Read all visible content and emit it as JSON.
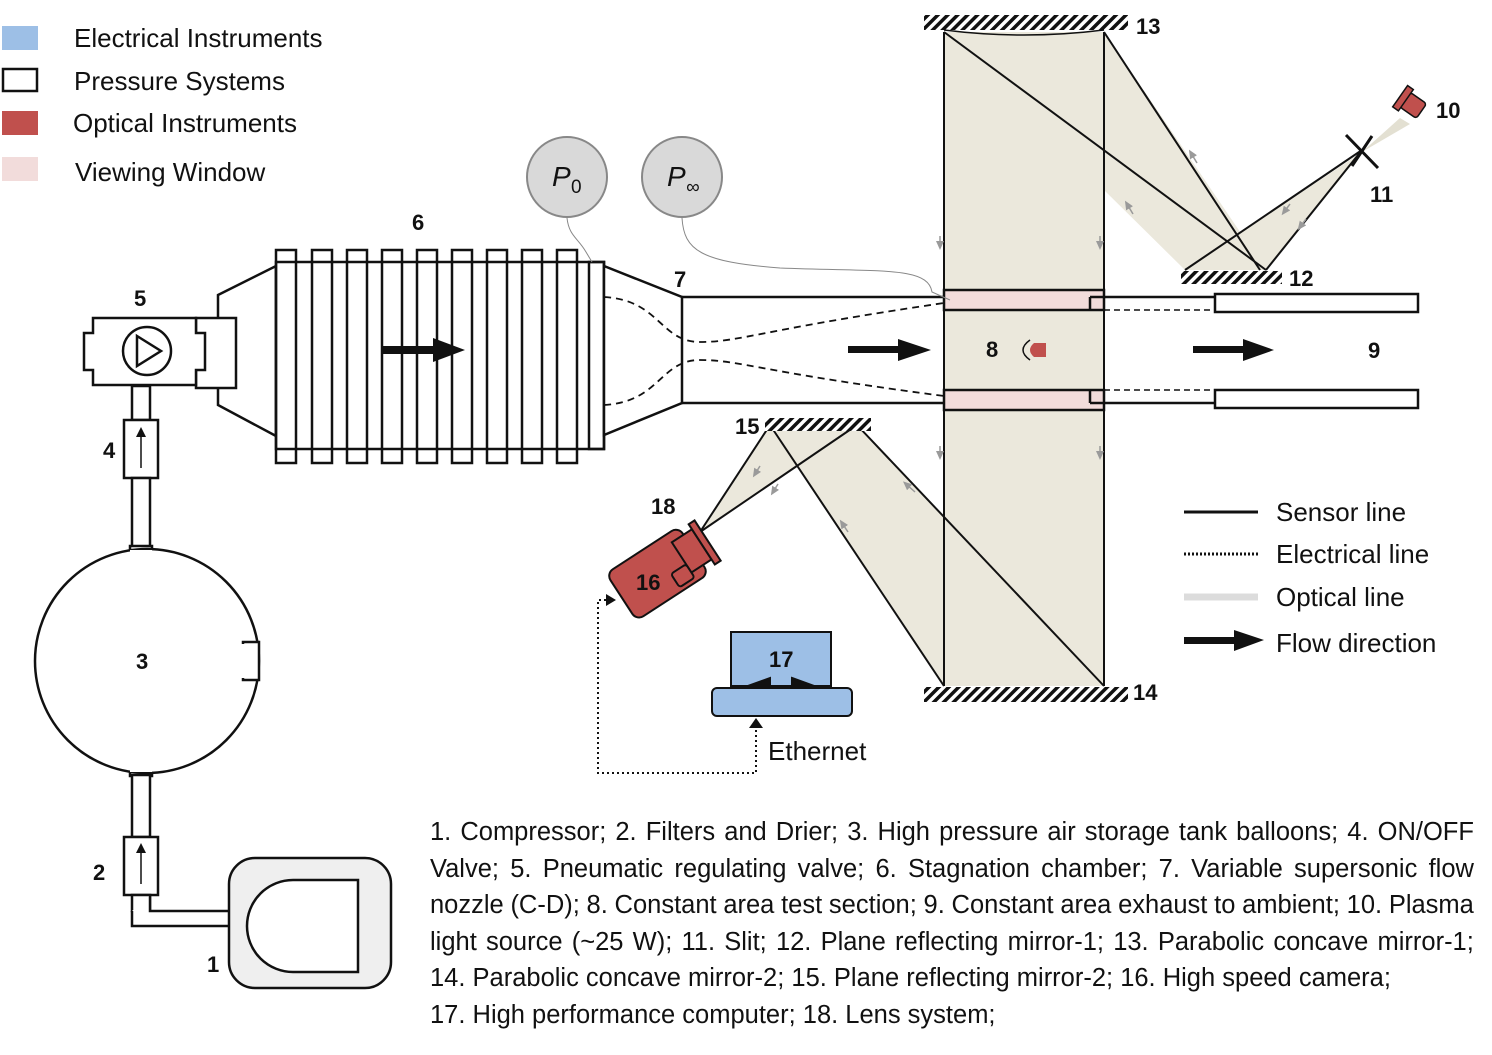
{
  "legend_top": [
    {
      "label": "Electrical Instruments",
      "color": "#9dbfe6"
    },
    {
      "label": "Pressure Systems",
      "color": "#ffffff"
    },
    {
      "label": "Optical Instruments",
      "color": "#c0504d"
    },
    {
      "label": "Viewing Window",
      "color": "#f2dcdb"
    }
  ],
  "legend_lines": [
    {
      "label": "Sensor line"
    },
    {
      "label": "Electrical line"
    },
    {
      "label": "Optical line"
    },
    {
      "label": "Flow direction"
    }
  ],
  "gauges": {
    "p0": "P",
    "p0_sub": "0",
    "pinf": "P",
    "pinf_sub": "∞"
  },
  "numbers": {
    "n1": "1",
    "n2": "2",
    "n3": "3",
    "n4": "4",
    "n5": "5",
    "n6": "6",
    "n7": "7",
    "n8": "8",
    "n9": "9",
    "n10": "10",
    "n11": "11",
    "n12": "12",
    "n13": "13",
    "n14": "14",
    "n15": "15",
    "n16": "16",
    "n17": "17",
    "n18": "18"
  },
  "ethernet_label": "Ethernet",
  "caption": {
    "lines": [
      "1. Compressor; 2. Filters and Drier; 3. High pressure air storage tank balloons; 4. ON/OFF",
      "Valve; 5. Pneumatic regulating valve; 6. Stagnation chamber; 7. Variable supersonic flow",
      "nozzle (C-D); 8. Constant area test section; 9. Constant area exhaust to ambient; 10. Plasma",
      "light source (~25 W); 11. Slit; 12. Plane reflecting mirror-1; 13. Parabolic concave mirror-1;",
      "14. Parabolic concave mirror-2; 15. Plane reflecting mirror-2; 16. High speed camera;",
      "17. High performance computer; 18. Lens system;"
    ]
  },
  "colors": {
    "electrical": "#9dbfe6",
    "optical_instrument": "#c0504d",
    "viewing_window": "#f2dcdb",
    "beam_fill": "#ebe8dc",
    "stroke": "#111111"
  }
}
